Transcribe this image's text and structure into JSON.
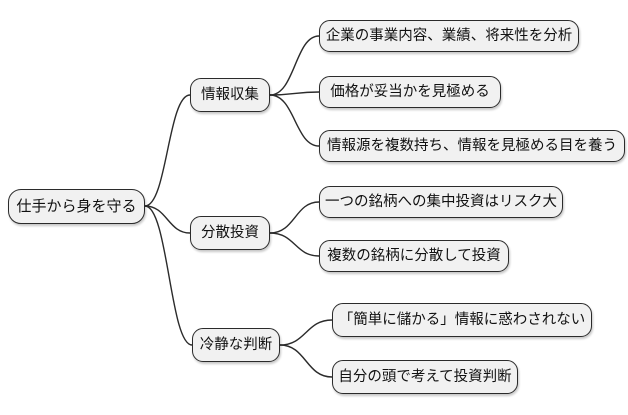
{
  "colors": {
    "background": "#ffffff",
    "node_fill": "#f1f1f1",
    "node_border": "#2b2b2b",
    "connector": "#2b2b2b",
    "text": "#111111"
  },
  "mindmap": {
    "root": {
      "label": "仕手から身を守る"
    },
    "branches": [
      {
        "label": "情報収集",
        "children": [
          {
            "label": "企業の事業内容、業績、将来性を分析"
          },
          {
            "label": "価格が妥当かを見極める"
          },
          {
            "label": "情報源を複数持ち、情報を見極める目を養う"
          }
        ]
      },
      {
        "label": "分散投資",
        "children": [
          {
            "label": "一つの銘柄への集中投資はリスク大"
          },
          {
            "label": "複数の銘柄に分散して投資"
          }
        ]
      },
      {
        "label": "冷静な判断",
        "children": [
          {
            "label": "「簡単に儲かる」情報に惑わされない"
          },
          {
            "label": "自分の頭で考えて投資判断"
          }
        ]
      }
    ]
  }
}
